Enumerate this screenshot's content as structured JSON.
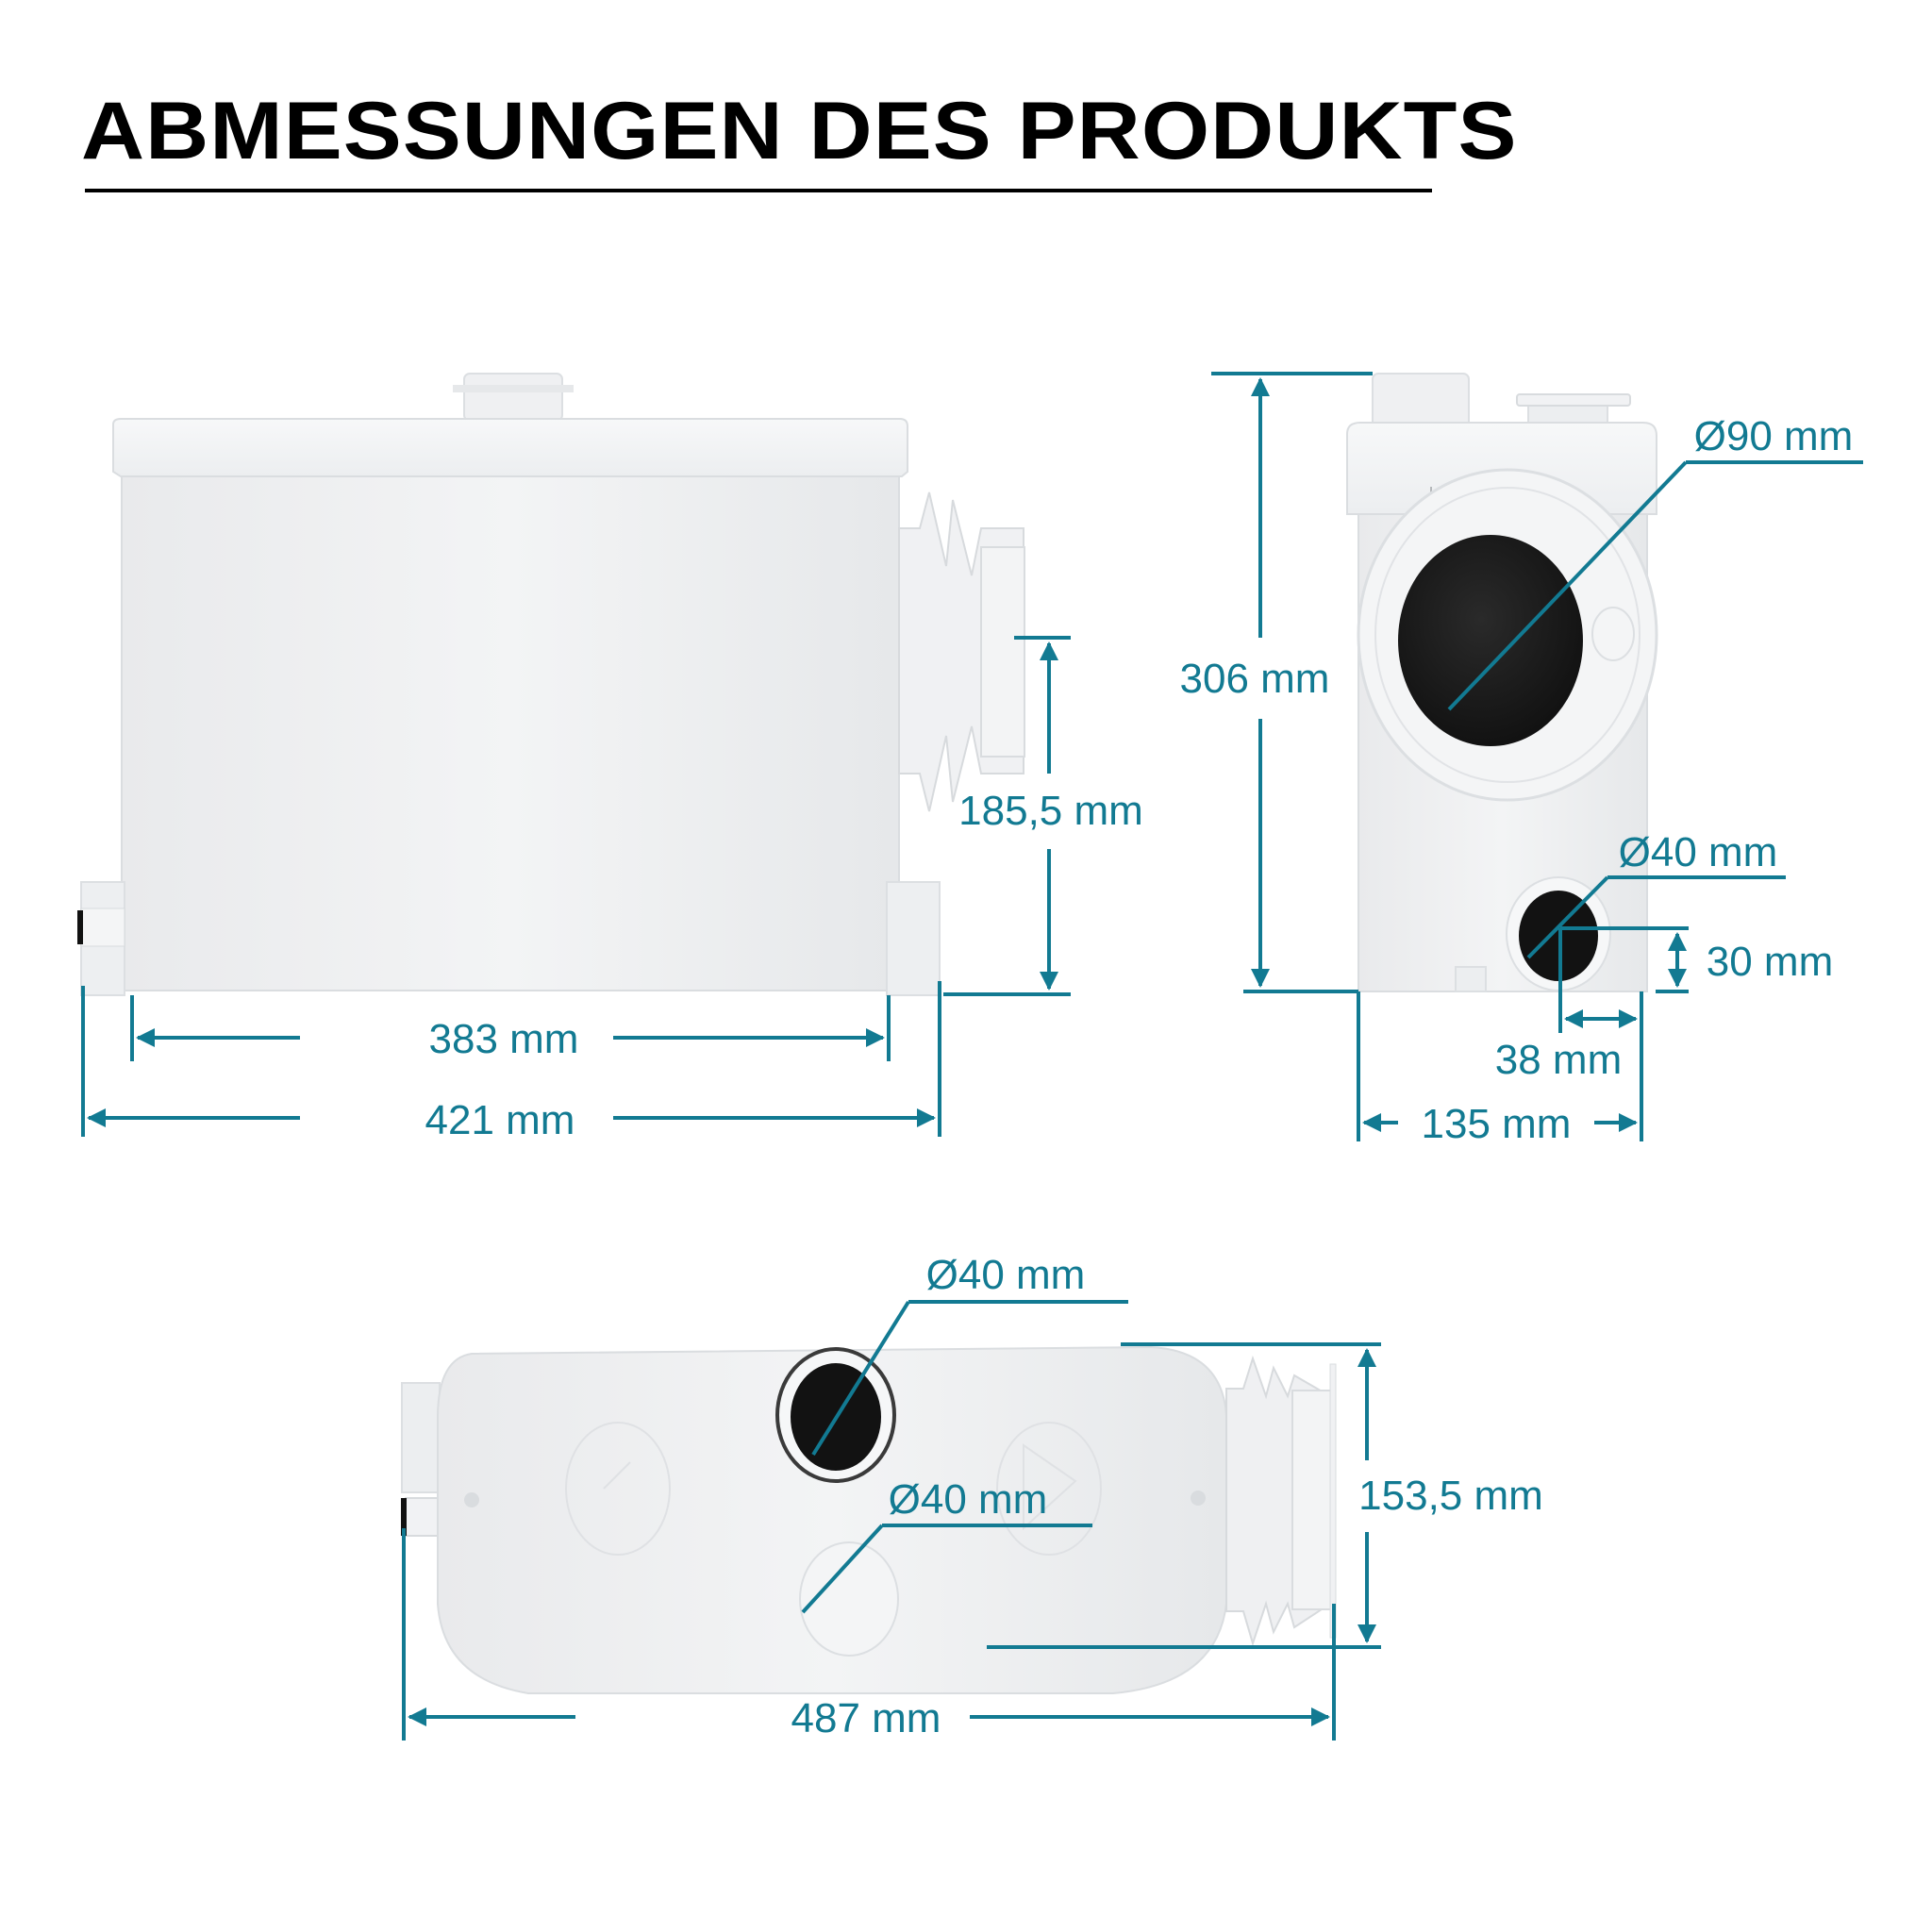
{
  "title": "ABMESSUNGEN DES PRODUKTS",
  "colors": {
    "dimension": "#127a92",
    "body": "#f1f2f3",
    "body_shade": "#e4e6e8",
    "opening": "#141414",
    "title": "#000000"
  },
  "views": {
    "front": {
      "label": "front-view",
      "dimensions": {
        "inlet_height": "185,5 mm",
        "body_width": "383 mm",
        "total_width": "421 mm"
      }
    },
    "side": {
      "label": "side-view",
      "dimensions": {
        "height": "306 mm",
        "main_inlet_diameter": "Ø90 mm",
        "small_inlet_diameter": "Ø40 mm",
        "small_inlet_height": "30 mm",
        "small_inlet_offset": "38 mm",
        "depth": "135 mm"
      }
    },
    "top": {
      "label": "top-view",
      "dimensions": {
        "outlet_diameter": "Ø40 mm",
        "vent_diameter": "Ø40 mm",
        "depth": "153,5 mm",
        "total_length": "487 mm"
      }
    }
  }
}
